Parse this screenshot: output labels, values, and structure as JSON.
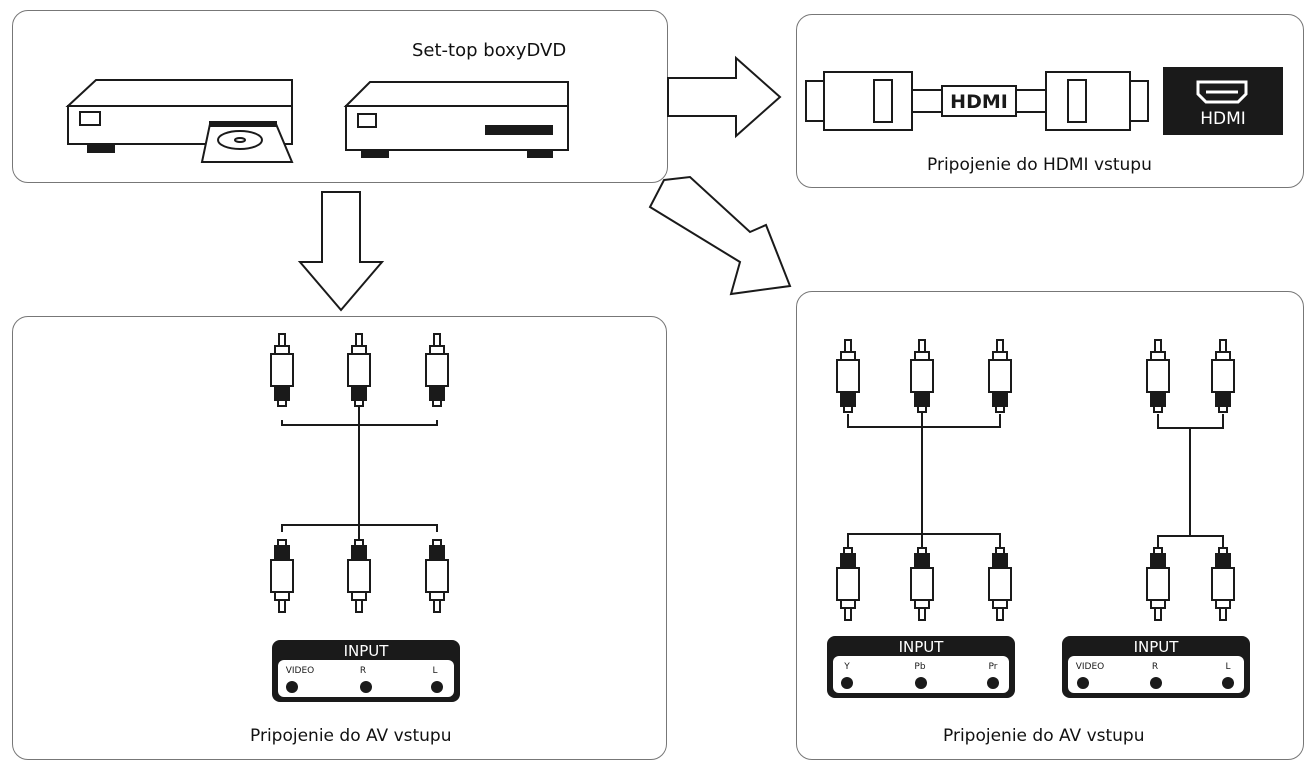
{
  "source": {
    "title": "Set-top boxyDVD"
  },
  "hdmi": {
    "cable_label": "HDMI",
    "port_label": "HDMI",
    "caption": "Pripojenie do HDMI vstupu"
  },
  "av": {
    "panel_title": "INPUT",
    "ports": [
      "VIDEO",
      "R",
      "L"
    ],
    "caption": "Pripojenie do AV vstupu"
  },
  "component": {
    "panel_title": "INPUT",
    "ports": [
      "Y",
      "Pb",
      "Pr"
    ]
  },
  "audio": {
    "panel_title": "INPUT",
    "ports": [
      "VIDEO",
      "R",
      "L"
    ]
  },
  "right_caption": "Pripojenie do AV vstupu",
  "colors": {
    "stroke": "#1a1a1a",
    "panel_border": "#777777",
    "port_bg": "#1a1a1a",
    "port_text": "#ffffff"
  }
}
